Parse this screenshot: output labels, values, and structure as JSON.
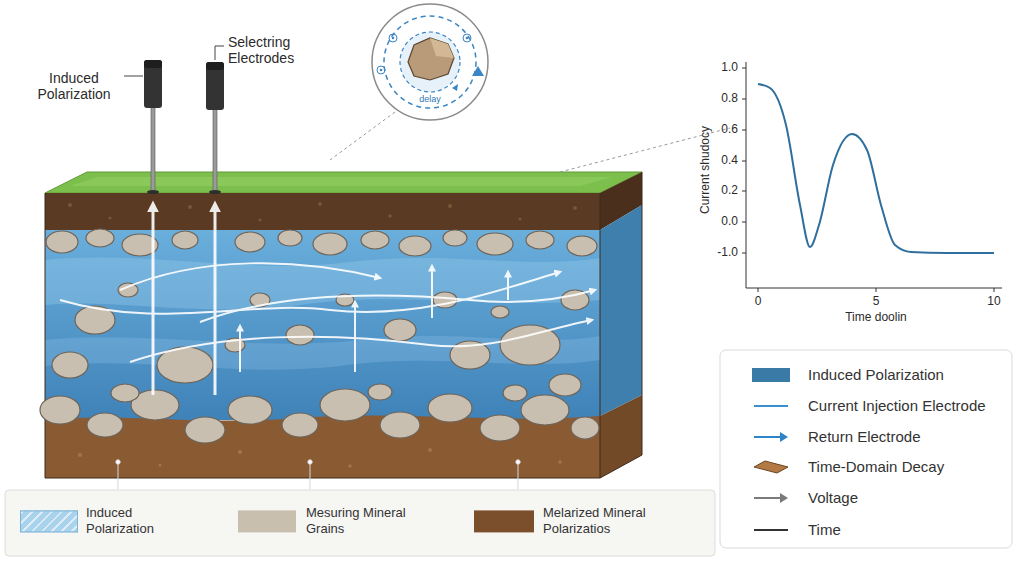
{
  "diagram": {
    "labels": [
      "Induced Polarization",
      "Selectring Electrodes",
      "delay",
      "Current shudocy",
      "Time doolin",
      "1.0",
      "0.8",
      "0.6",
      "0.4",
      "0.2",
      "0.0",
      "-1.0",
      "0",
      "5",
      "10"
    ],
    "legend": [
      {
        "text": "Induced Polarization",
        "color": "#3a7aa6"
      },
      {
        "text": "Current Injection Electrode"
      },
      {
        "text": "Return Electrode"
      },
      {
        "text": "Time-Domain Decay"
      },
      {
        "text": "Voltage"
      },
      {
        "text": "Time"
      },
      {
        "text": "Induced Polarization",
        "color": "#a9d3ec"
      },
      {
        "text": "Mesuring Mineral Grains",
        "color": "#c9bfae"
      },
      {
        "text": "Melarized Mineral Polarizatios",
        "color": "#7b4f2c"
      }
    ]
  }
}
